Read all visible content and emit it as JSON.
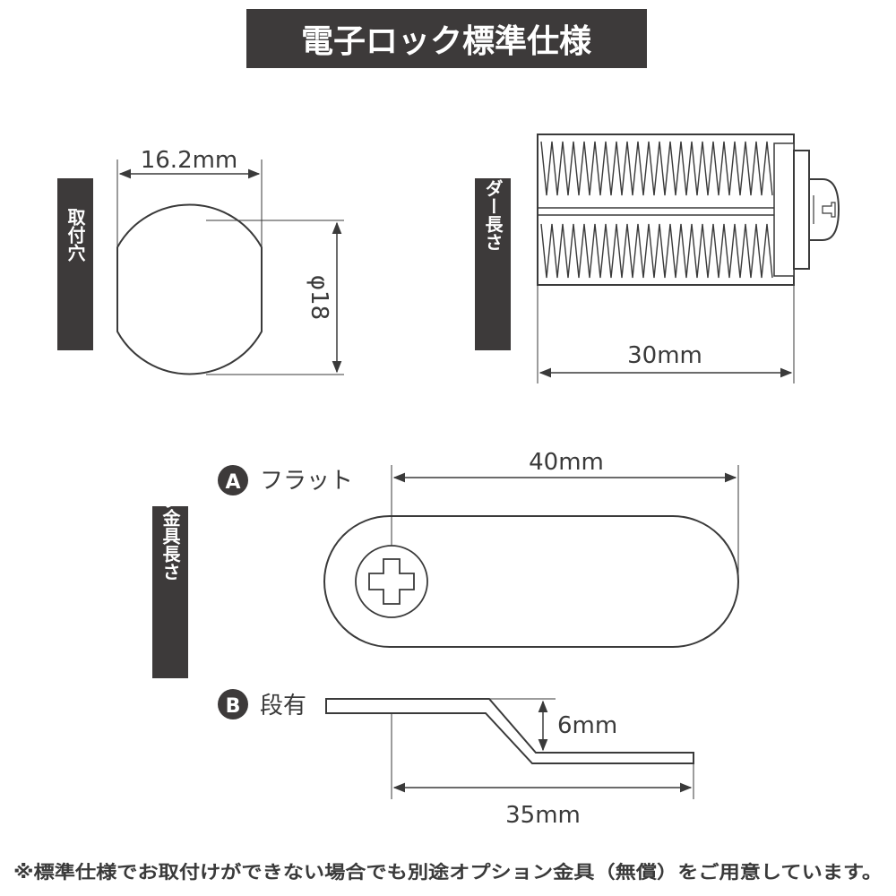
{
  "title": "電子ロック標準仕様",
  "section_labels": {
    "mounting_hole": "取付穴",
    "cylinder_length": "シリンダー長さ",
    "hook_length": "フック金具長さ"
  },
  "mounting_hole": {
    "width_label": "16.2mm",
    "diameter_label": "φ18"
  },
  "cylinder": {
    "length_label": "30mm"
  },
  "hook_a": {
    "badge": "A",
    "name": "フラット",
    "length_label": "40mm"
  },
  "hook_b": {
    "badge": "B",
    "name": "段有",
    "step_label": "6mm",
    "length_label": "35mm"
  },
  "footnote": "※標準仕様でお取付けができない場合でも別途オプション金具（無償）をご用意しています。",
  "colors": {
    "label_box": "#3d3a3a",
    "line": "#3a3a3a",
    "fill": "#ffffff"
  }
}
